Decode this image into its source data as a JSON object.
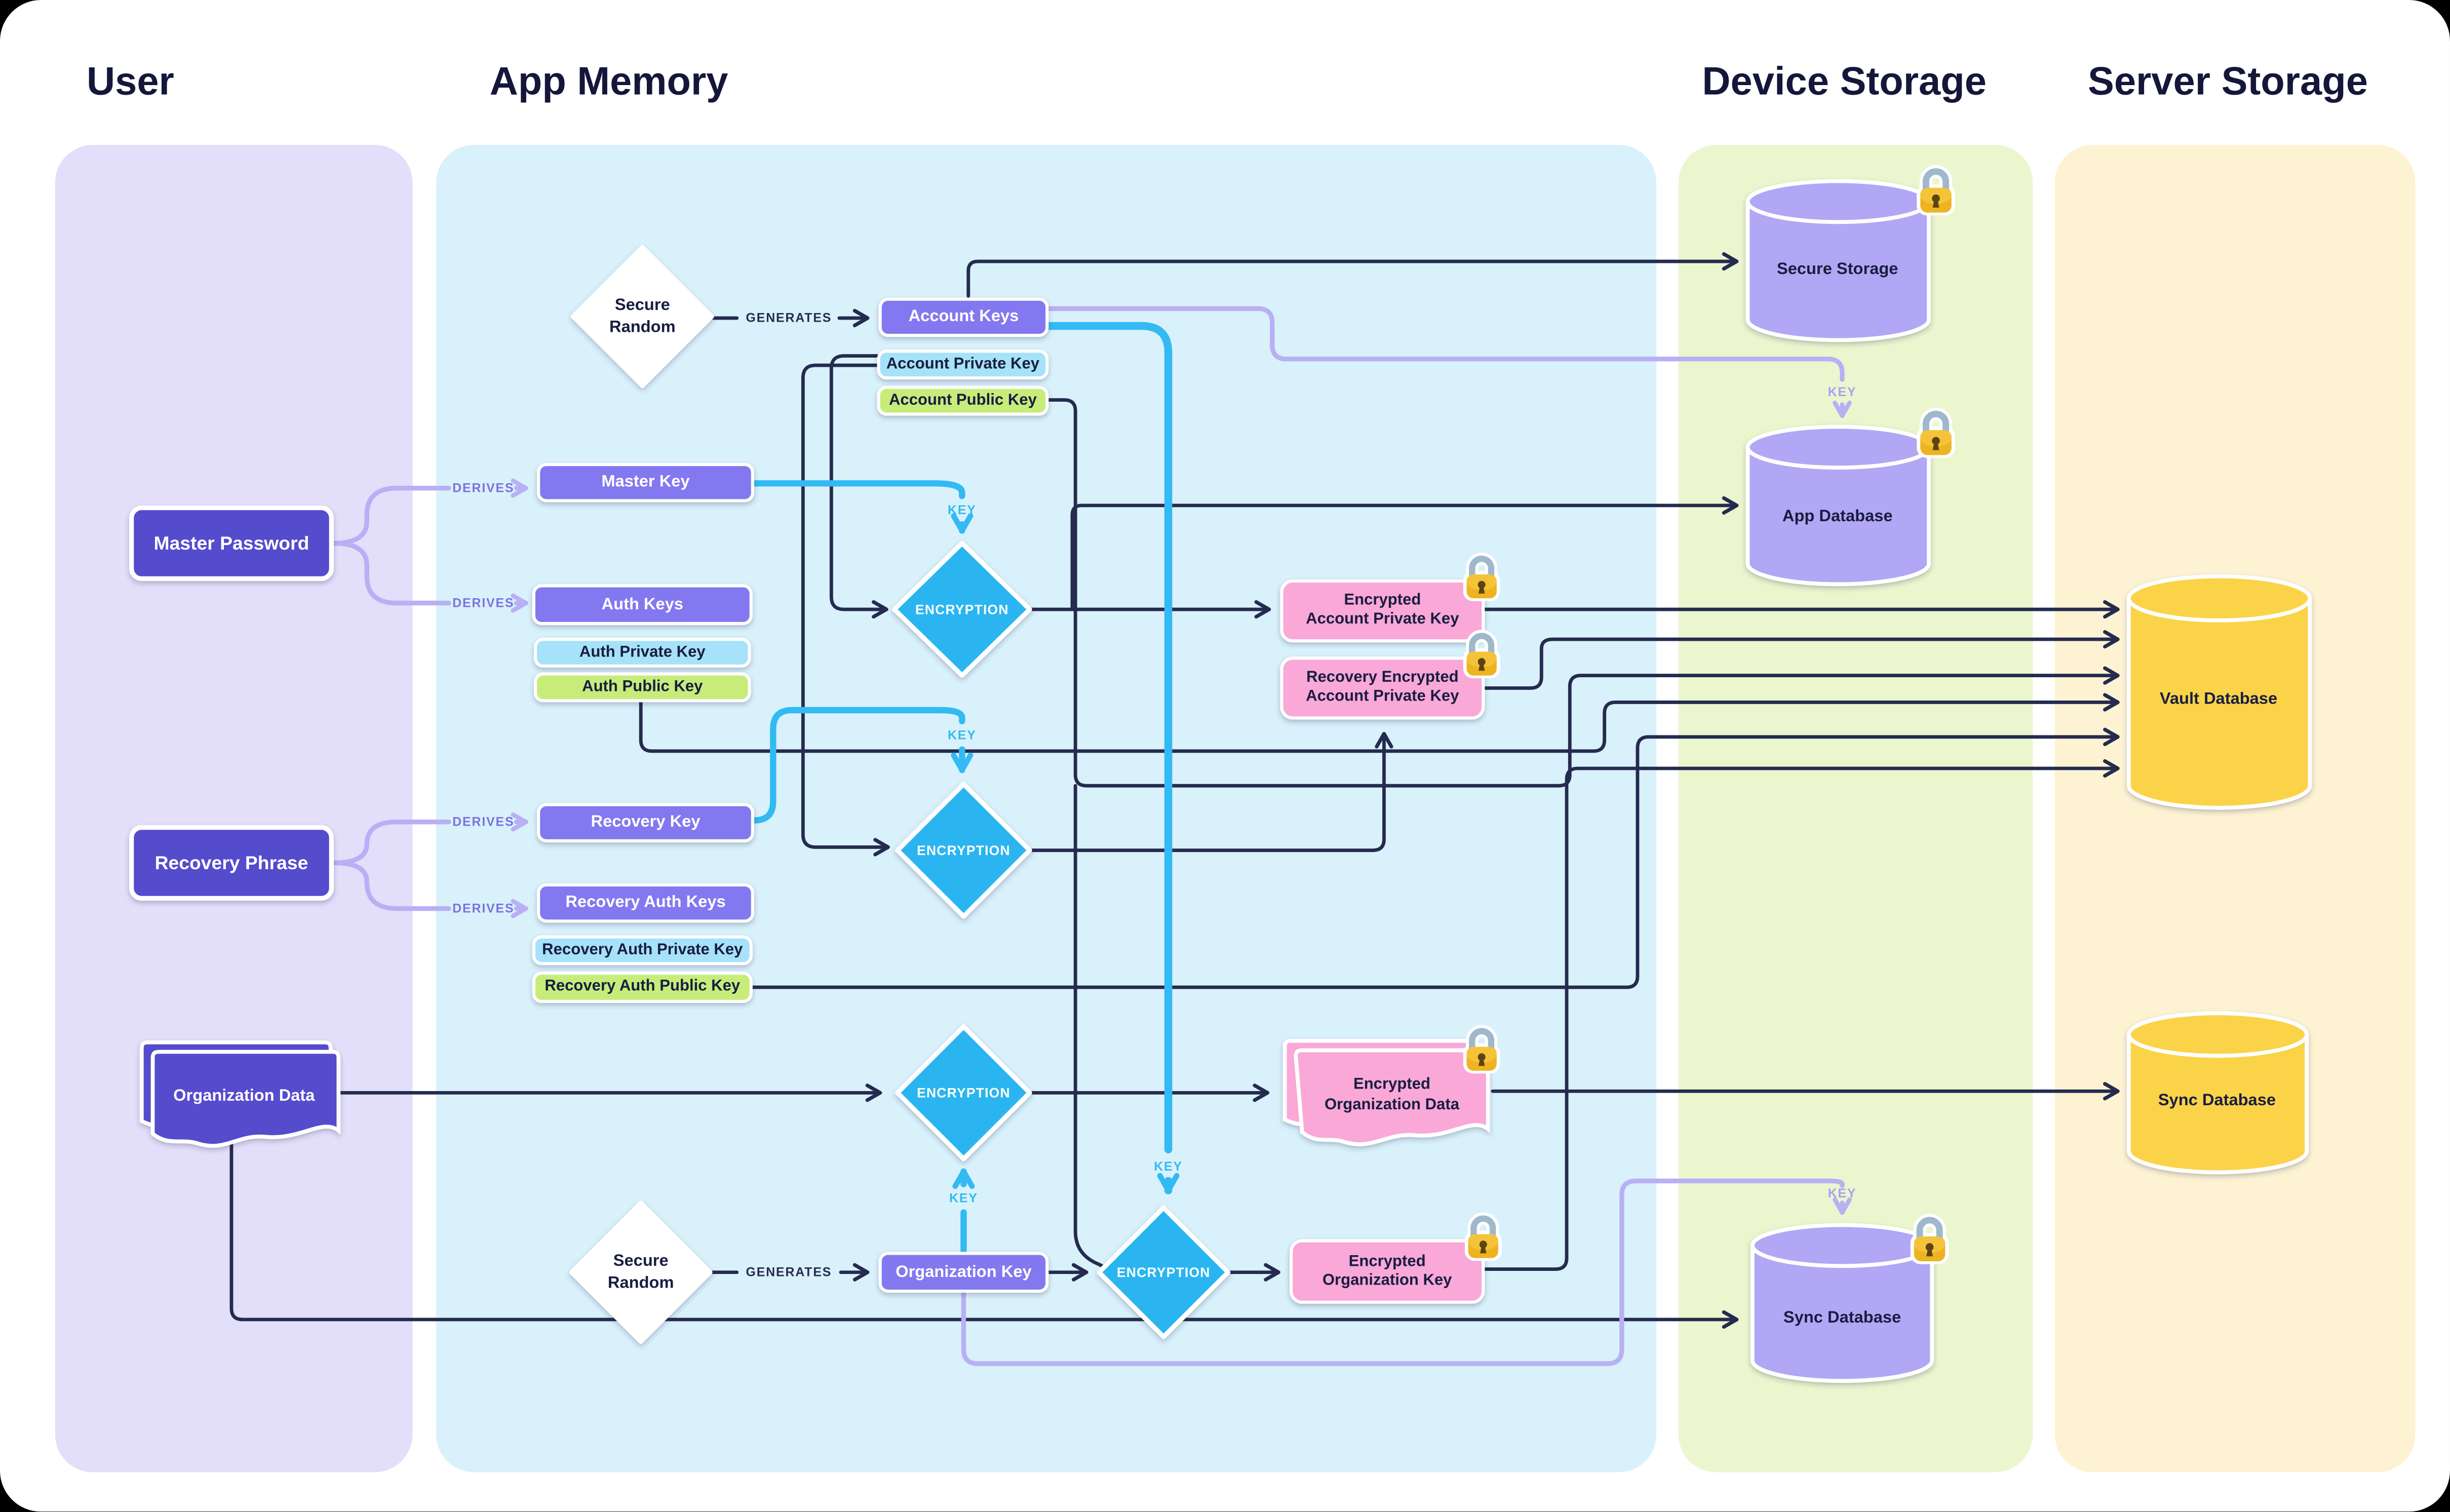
{
  "headers": {
    "user": "User",
    "app_memory": "App Memory",
    "device_storage": "Device Storage",
    "server_storage": "Server Storage"
  },
  "labels": {
    "derives": "DERIVES",
    "generates": "GENERATES",
    "key": "KEY",
    "encryption": "ENCRYPTION"
  },
  "nodes": {
    "secure_random": {
      "line1": "Secure",
      "line2": "Random"
    },
    "account_keys": "Account Keys",
    "account_private_key": "Account Private Key",
    "account_public_key": "Account Public Key",
    "master_password": "Master Password",
    "master_key": "Master Key",
    "auth_keys": "Auth Keys",
    "auth_private_key": "Auth Private Key",
    "auth_public_key": "Auth Public Key",
    "recovery_phrase": "Recovery Phrase",
    "recovery_key": "Recovery Key",
    "recovery_auth_keys": "Recovery Auth Keys",
    "recovery_auth_private_key": "Recovery Auth Private Key",
    "recovery_auth_public_key": "Recovery Auth Public Key",
    "organization_data": "Organization Data",
    "organization_key": "Organization Key",
    "encrypted_account_private_key": {
      "line1": "Encrypted",
      "line2": "Account Private Key"
    },
    "recovery_encrypted_account_private_key": {
      "line1": "Recovery Encrypted",
      "line2": "Account Private Key"
    },
    "encrypted_organization_data": {
      "line1": "Encrypted",
      "line2": "Organization Data"
    },
    "encrypted_organization_key": {
      "line1": "Encrypted",
      "line2": "Organization Key"
    }
  },
  "storage": {
    "secure_storage": "Secure Storage",
    "app_database": "App Database",
    "sync_database_device": "Sync Database",
    "vault_database": "Vault Database",
    "sync_database_server": "Sync Database"
  },
  "colors": {
    "panel_user": "#E3DEF9",
    "panel_app_memory": "#D9F1FB",
    "panel_device_storage": "#EBF6CE",
    "panel_server_storage": "#FDF3D3",
    "key_box_purple": "#8278EF",
    "user_input_indigo": "#544BCD",
    "private_key_blue": "#A6E2F9",
    "public_key_green": "#C7EC7A",
    "encrypted_pink": "#F9A8D8",
    "encryption_diamond_cyan": "#29B5F1",
    "line_navy": "#252B4E",
    "line_lavender": "#B8B0F5",
    "line_cyan": "#33BAF3",
    "device_cylinder_purple": "#B2A7F4",
    "server_cylinder_yellow": "#FBD348",
    "lock_gold": "#EDB321"
  }
}
